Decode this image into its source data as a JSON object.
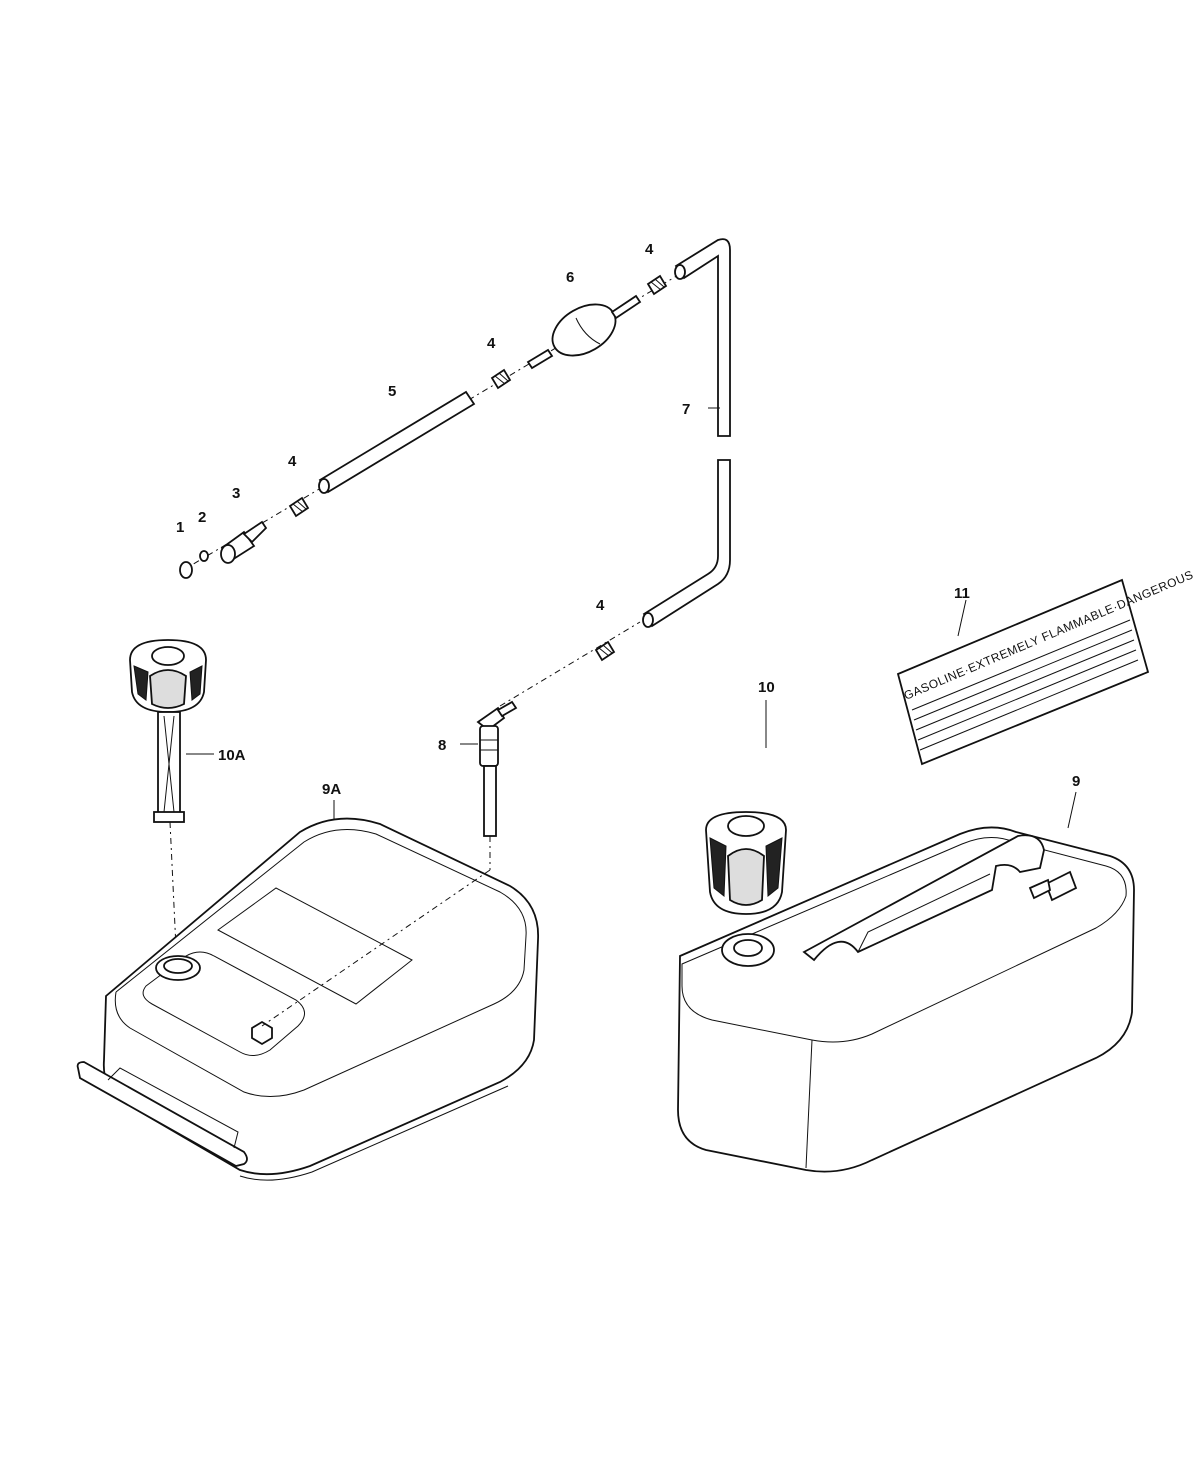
{
  "callouts": {
    "c1": "1",
    "c2": "2",
    "c3": "3",
    "c4a": "4",
    "c4b": "4",
    "c4c": "4",
    "c4d": "4",
    "c5": "5",
    "c6": "6",
    "c7": "7",
    "c8": "8",
    "c9": "9",
    "c9a": "9A",
    "c10": "10",
    "c10a": "10A",
    "c11": "11"
  },
  "warning_label": {
    "text": "GASOLINE·EXTREMELY FLAMMABLE·DANGEROUS"
  }
}
